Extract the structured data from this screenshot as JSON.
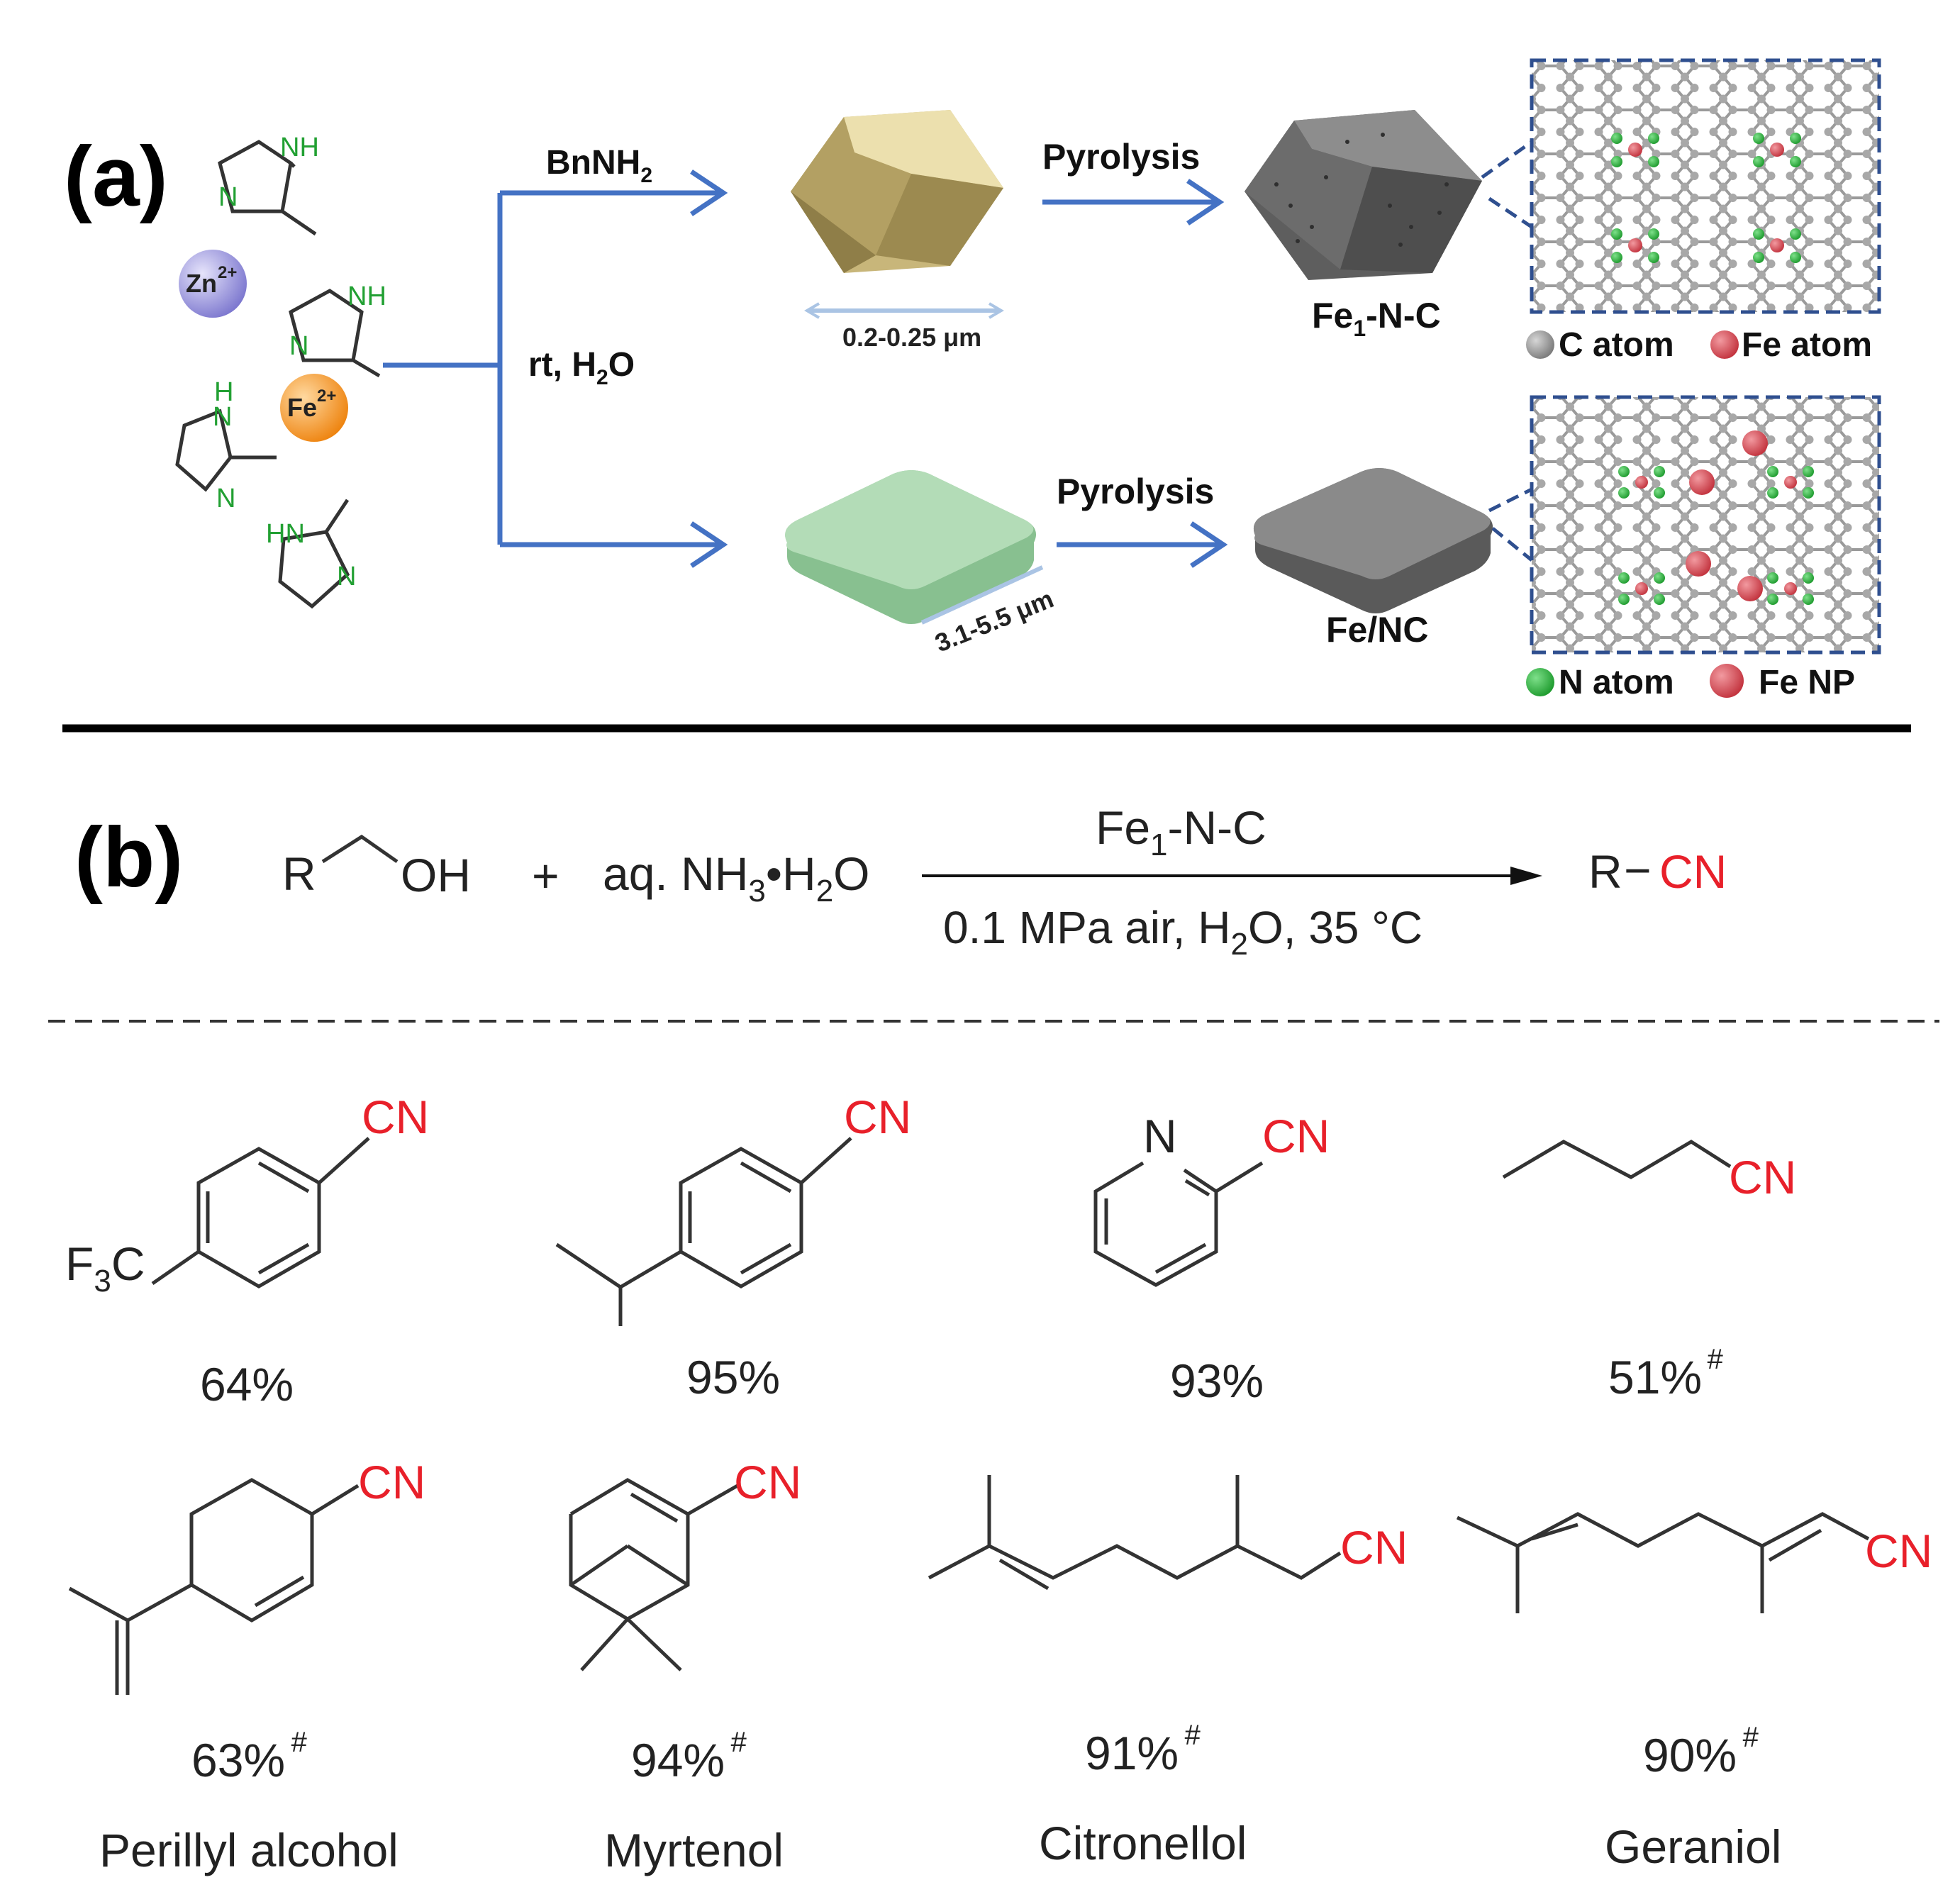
{
  "colors": {
    "arrow_blue": "#4472c4",
    "nitrogen_green": "#22a033",
    "red_text": "#e8202a",
    "carbon_grey": "#8c8c8c",
    "iron_red": "#d0454f",
    "zn_purple": "#8b87d6",
    "fe_orange": "#f39320",
    "zif_yellow": "#d7c892",
    "sheet_green": "#a3d1a9",
    "dark_grey": "#6b6b6b"
  },
  "panel_a": {
    "label": "(a)",
    "zn_ion": "Zn",
    "zn_charge": "2+",
    "fe_ion": "Fe",
    "fe_charge": "2+",
    "imidazole_nh": "NH",
    "imidazole_n": "N",
    "imidazole_h": "H",
    "imidazole_hn": "HN",
    "upper_reagent_main": "BnNH",
    "upper_reagent_sub": "2",
    "middle_cond_a": "rt,  H",
    "middle_cond_sub": "2",
    "middle_cond_b": "O",
    "upper_size": "0.2-0.25 μm",
    "lower_size": "3.1-5.5 μm",
    "pyrolysis_upper": "Pyrolysis",
    "pyrolysis_lower": "Pyrolysis",
    "product_upper_a": "Fe",
    "product_upper_sub": "1",
    "product_upper_b": "-N-C",
    "product_lower": "Fe/NC",
    "legend": {
      "c_atom": "C atom",
      "fe_atom": "Fe atom",
      "n_atom": "N atom",
      "fe_np": "Fe NP"
    }
  },
  "panel_b": {
    "label": "(b)",
    "r": "R",
    "oh": "OH",
    "plus": "+",
    "reagent_a": "aq. NH",
    "reagent_sub1": "3",
    "reagent_mid": "•H",
    "reagent_sub2": "2",
    "reagent_b": "O",
    "catalyst_a": "Fe",
    "catalyst_sub": "1",
    "catalyst_b": "-N-C",
    "cond_a": "0.1 MPa air, H",
    "cond_sub": "2",
    "cond_b": "O, 35 °C",
    "product_r": "R",
    "product_dash": "−",
    "product_cn": "CN"
  },
  "substrates": {
    "cn_label": "CN",
    "ring_n": "N",
    "cf3_f": "F",
    "cf3_sub": "3",
    "cf3_c": "C",
    "hash": "#",
    "row1_yields": [
      "64%",
      "95%",
      "93%",
      "51%"
    ],
    "row1_hash": [
      false,
      false,
      false,
      true
    ],
    "row2_yields": [
      "63%",
      "94%",
      "91%",
      "90%"
    ],
    "row2_hash": [
      true,
      true,
      true,
      true
    ],
    "row2_names": [
      "Perillyl alcohol",
      "Myrtenol",
      "Citronellol",
      "Geraniol"
    ]
  }
}
